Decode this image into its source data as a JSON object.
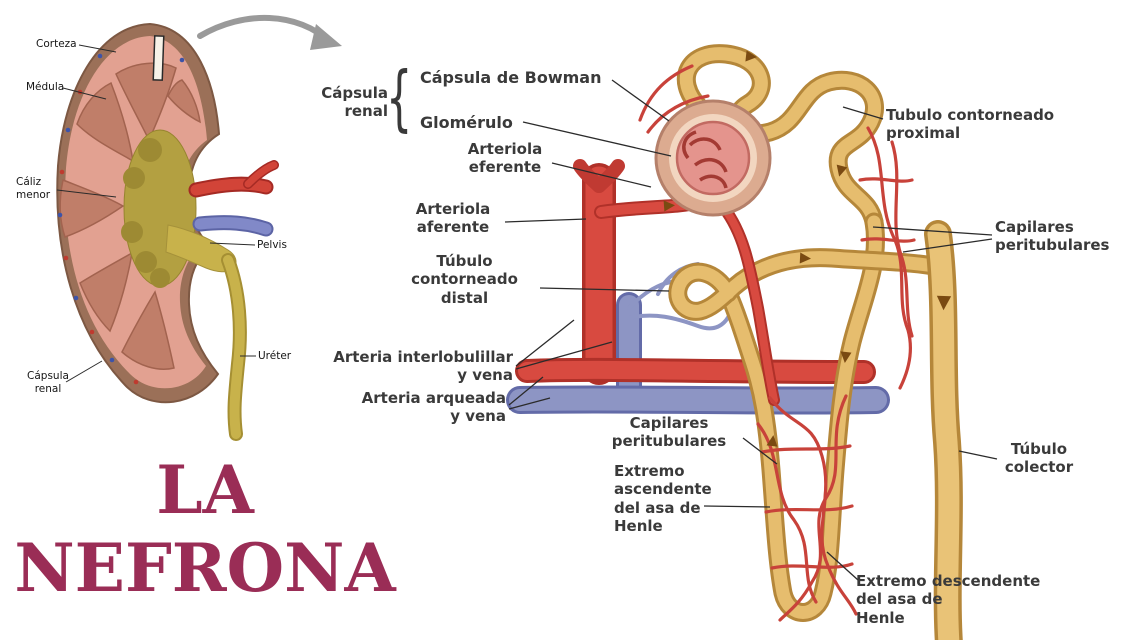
{
  "title": {
    "line1": "LA",
    "line2": "NEFRONA"
  },
  "kidney": {
    "labels": {
      "corteza": "Corteza",
      "medula": "Médula",
      "caliz_menor": "Cáliz\nmenor",
      "pelvis": "Pelvis",
      "ureter": "Uréter",
      "capsula_renal": "Cápsula\nrenal"
    }
  },
  "nephron": {
    "brace": "{",
    "labels": {
      "capsula_renal_group": "Cápsula\nrenal",
      "capsula_bowman": "Cápsula de Bowman",
      "glomerulo": "Glomérulo",
      "arteriola_eferente": "Arteriola\neferente",
      "arteriola_aferente": "Arteriola\naferente",
      "tubulo_distal": "Túbulo\ncontorneado\ndistal",
      "arteria_interlobulillar": "Arteria interlobulillar\ny vena",
      "arteria_arqueada": "Arteria arqueada\ny vena",
      "capilares_peritubulares_izq": "Capilares\nperitubulares",
      "extremo_ascendente": "Extremo\nascendente\ndel asa de\nHenle",
      "tubulo_proximal": "Tubulo contorneado\nproximal",
      "capilares_peritubulares_der": "Capilares\nperitubulares",
      "tubulo_colector": "Túbulo\ncolector",
      "extremo_descendente": "Extremo descendente\ndel asa de\nHenle"
    }
  },
  "colors": {
    "title": "#9a2d56",
    "artery_red": "#d84a40",
    "vein_slate": "#8d95c4",
    "tubule_tan": "#e6bd6e",
    "glomerulus_pink": "#e4948d",
    "kidney_cortex": "#e2a191",
    "sinus_olive": "#b3a041",
    "label_text": "#3a3a3a"
  }
}
